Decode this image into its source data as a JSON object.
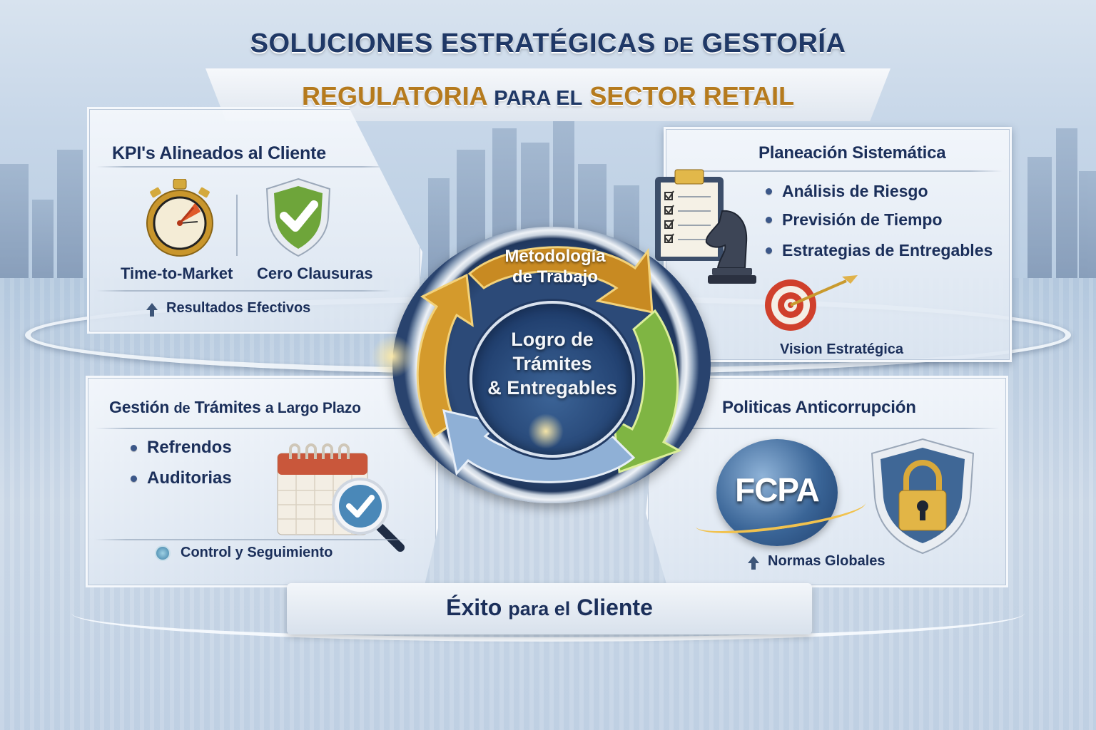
{
  "title": {
    "line1_main": "SOLUCIONES ESTRATÉGICAS",
    "line1_small": "DE",
    "line1_end": "GESTORÍA",
    "line2_start": "REGULATORIA",
    "line2_mid": "PARA EL",
    "line2_end": "SECTOR RETAIL"
  },
  "panels": {
    "kpi": {
      "heading": "KPI's Alineados al Cliente",
      "items": [
        {
          "icon": "stopwatch-icon",
          "label": "Time-to-Market"
        },
        {
          "icon": "shield-check-icon",
          "label": "Cero Clausuras"
        }
      ],
      "footer": {
        "icon": "arrow-up-icon",
        "label": "Resultados Efectivos"
      }
    },
    "planeacion": {
      "heading": "Planeación Sistemática",
      "bullets": [
        "Análisis de Riesgo",
        "Previsión de Tiempo",
        "Estrategias de Entregables"
      ],
      "icons": [
        "clipboard-checklist-icon",
        "chess-knight-icon",
        "target-arrow-icon"
      ],
      "footer": {
        "label": "Vision Estratégica"
      }
    },
    "gestion": {
      "heading_a": "Gestión",
      "heading_b": "de",
      "heading_c": "Trámites",
      "heading_d": "a Largo Plazo",
      "bullets": [
        "Refrendos",
        "Auditorias"
      ],
      "icons": [
        "calendar-icon",
        "magnifier-check-icon"
      ],
      "footer": {
        "icon": "compass-icon",
        "label": "Control y Seguimiento"
      }
    },
    "politicas": {
      "heading": "Politicas Anticorrupción",
      "globe_text": "FCPA",
      "icons": [
        "globe-icon",
        "shield-lock-icon"
      ],
      "footer": {
        "icon": "arrow-up-icon",
        "label": "Normas Globales"
      }
    }
  },
  "cycle": {
    "arrow_label_line1": "Metodología",
    "arrow_label_line2": "de Trabajo",
    "center_line1": "Logro de",
    "center_line2": "Trámites",
    "center_line3": "& Entregables",
    "arrow_colors": {
      "gold": "#c88a22",
      "green": "#7fb543",
      "blue": "#8fb0d6"
    }
  },
  "footer": {
    "start": "Éxito",
    "mid": "para el",
    "end": "Cliente"
  },
  "colors": {
    "navy": "#1b2f5a",
    "gold": "#b57a1d",
    "panel_bg": "#eef3f8"
  }
}
